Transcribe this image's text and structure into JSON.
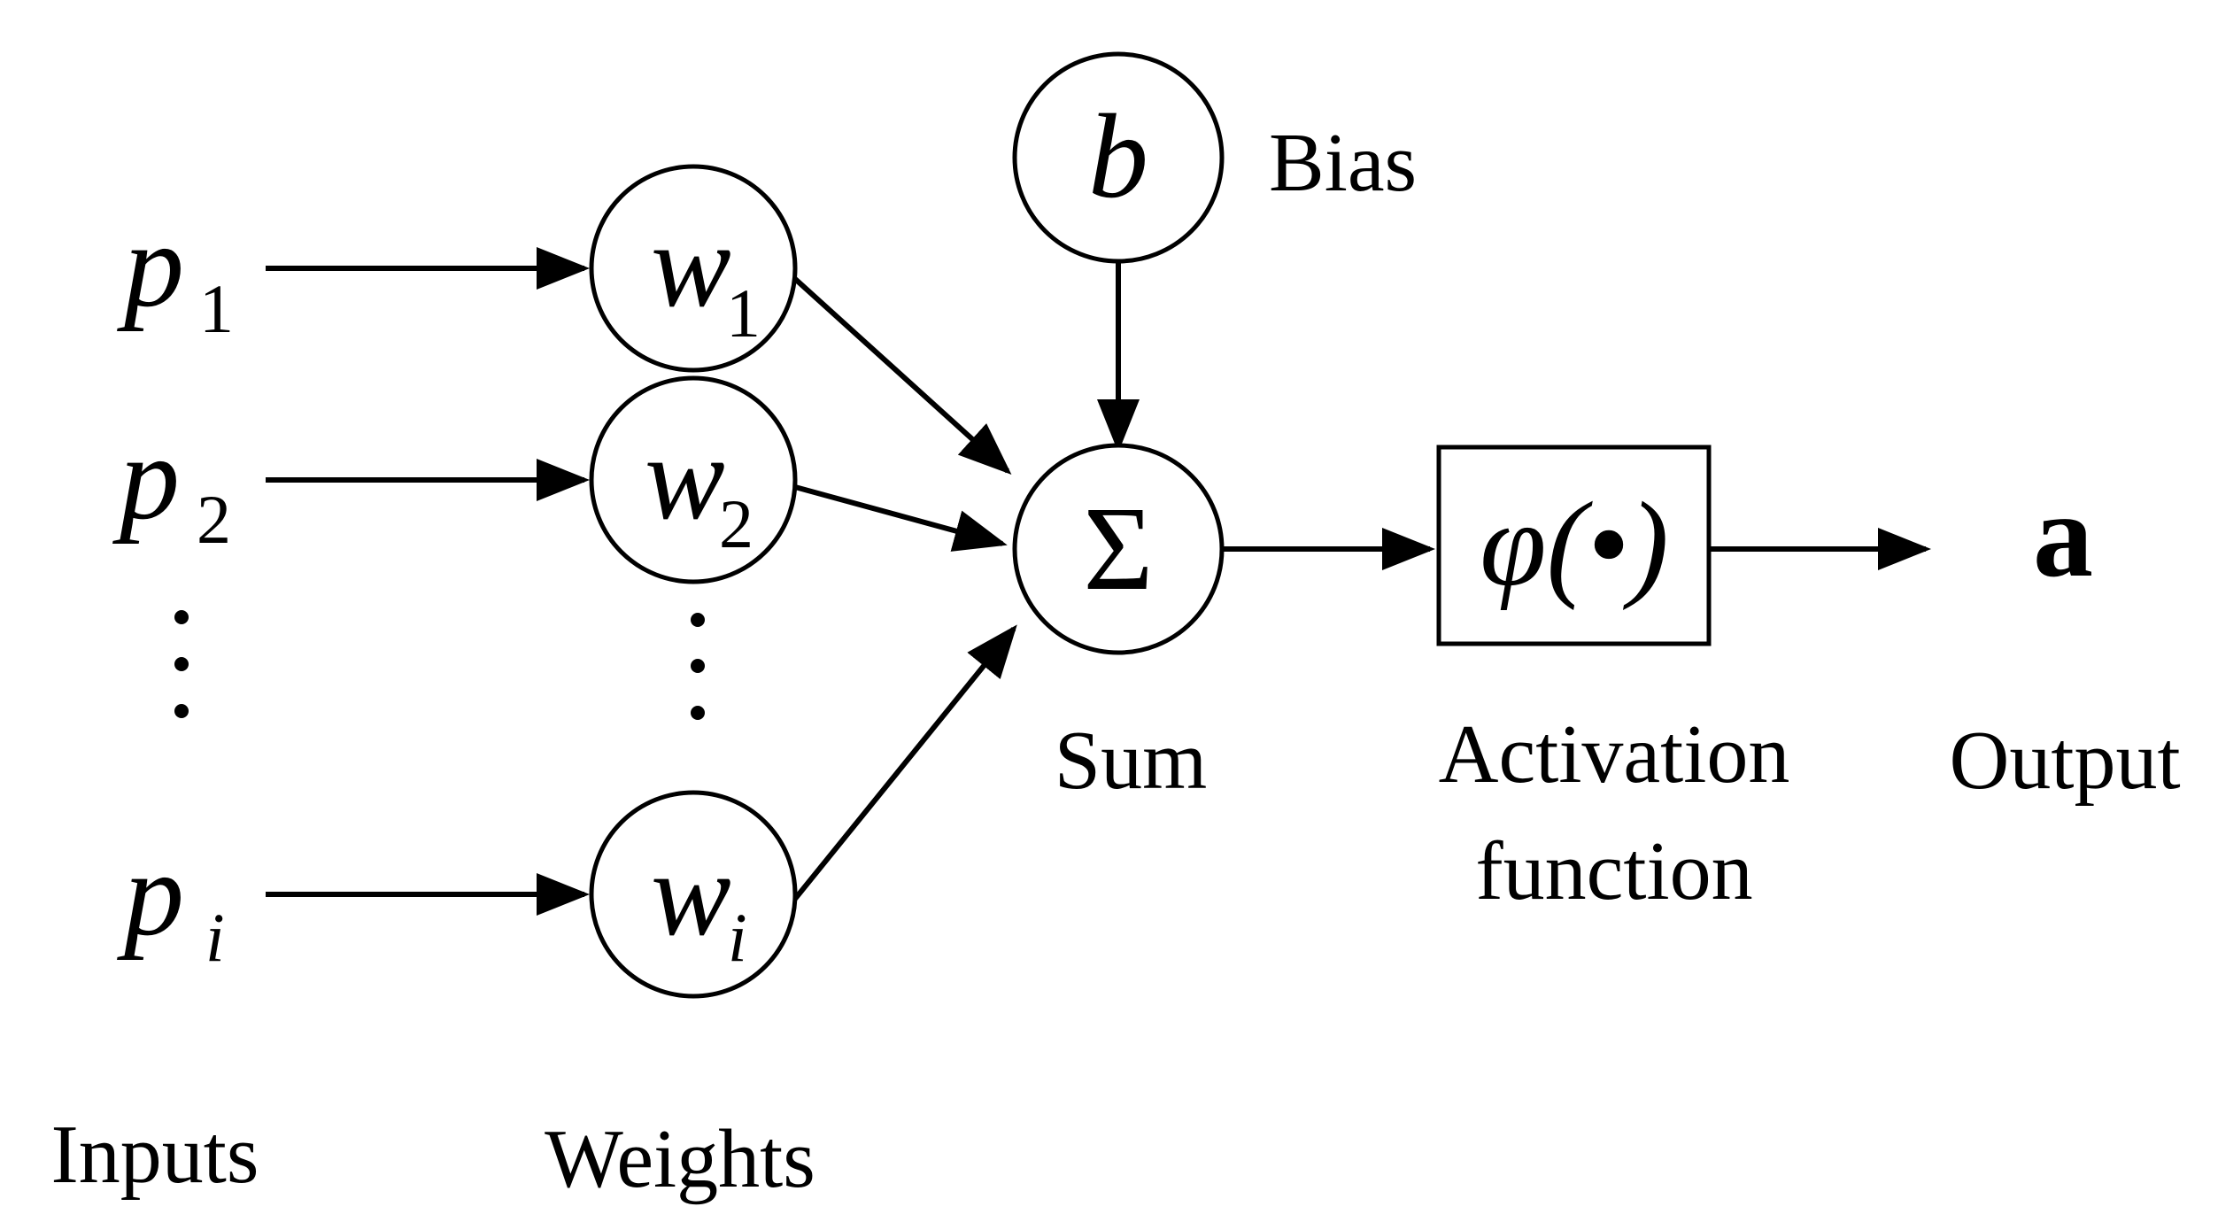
{
  "inputs": {
    "symbol": "p",
    "subscripts": [
      "1",
      "2",
      "i"
    ],
    "label": "Inputs"
  },
  "weights": {
    "symbol": "w",
    "subscripts": [
      "1",
      "2",
      "i"
    ],
    "label": "Weights"
  },
  "bias": {
    "symbol": "b",
    "label": "Bias"
  },
  "sum": {
    "symbol": "Σ",
    "label": "Sum"
  },
  "activation": {
    "symbol": "φ(•)",
    "label_line1": "Activation",
    "label_line2": "function"
  },
  "output": {
    "symbol": "a",
    "label": "Output"
  }
}
